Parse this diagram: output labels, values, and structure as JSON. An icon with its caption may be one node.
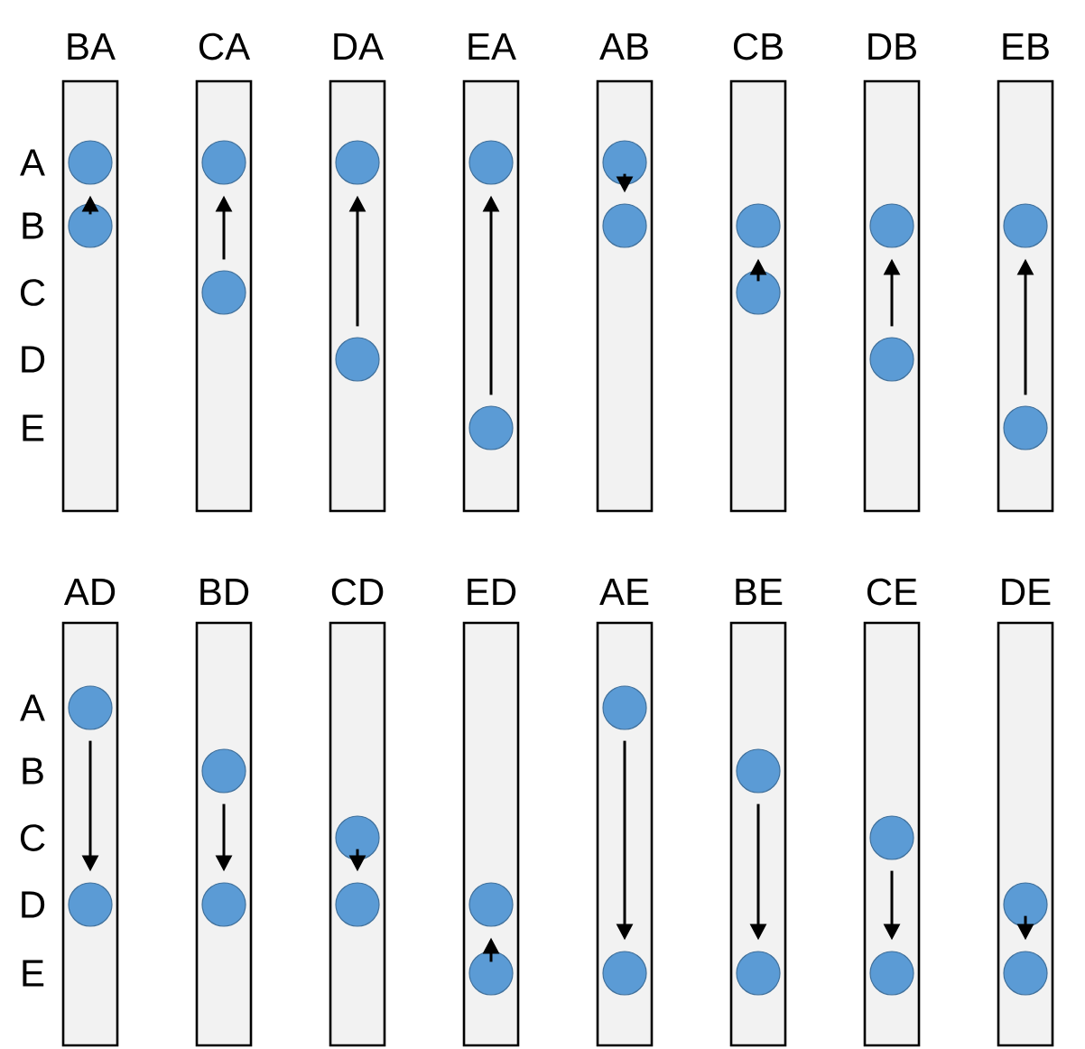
{
  "diagram": {
    "nodes": [
      {
        "text": [
          "BA"
        ]
      },
      {
        "text": [],
        "shape": "circle",
        "in": 0
      },
      {
        "text": [],
        "shape": "circle",
        "in": 0
      },
      {
        "text": [
          "CA"
        ]
      },
      {
        "text": [],
        "shape": "circle",
        "in": 3
      },
      {
        "text": [],
        "shape": "circle",
        "in": 3
      },
      {
        "text": [
          "DA"
        ]
      },
      {
        "text": [],
        "shape": "circle",
        "in": 6
      },
      {
        "text": [],
        "shape": "circle",
        "in": 6
      },
      {
        "text": [
          "EA"
        ]
      },
      {
        "text": [],
        "shape": "circle",
        "in": 9
      },
      {
        "text": [],
        "shape": "circle",
        "in": 9
      },
      {
        "text": [
          "AB"
        ]
      },
      {
        "text": [],
        "shape": "circle",
        "in": 12
      },
      {
        "text": [],
        "shape": "circle",
        "in": 12
      },
      {
        "text": [
          "CB"
        ]
      },
      {
        "text": [],
        "shape": "circle",
        "in": 15
      },
      {
        "text": [],
        "shape": "circle",
        "in": 15
      },
      {
        "text": [
          "DB"
        ]
      },
      {
        "text": [],
        "shape": "circle",
        "in": 18
      },
      {
        "text": [],
        "shape": "circle",
        "in": 18
      },
      {
        "text": [
          "EB"
        ]
      },
      {
        "text": [],
        "shape": "circle",
        "in": 21
      },
      {
        "text": [],
        "shape": "circle",
        "in": 21
      },
      {
        "text": [
          "AD"
        ]
      },
      {
        "text": [],
        "shape": "circle",
        "in": 24
      },
      {
        "text": [],
        "shape": "circle",
        "in": 24
      },
      {
        "text": [
          "BD"
        ]
      },
      {
        "text": [],
        "shape": "circle",
        "in": 27
      },
      {
        "text": [],
        "shape": "circle",
        "in": 27
      },
      {
        "text": [
          "CD"
        ]
      },
      {
        "text": [],
        "shape": "circle",
        "in": 30
      },
      {
        "text": [],
        "shape": "circle",
        "in": 30
      },
      {
        "text": [
          "ED"
        ]
      },
      {
        "text": [],
        "shape": "circle",
        "in": 33
      },
      {
        "text": [],
        "shape": "circle",
        "in": 33
      },
      {
        "text": [
          "AE"
        ]
      },
      {
        "text": [],
        "shape": "circle",
        "in": 36
      },
      {
        "text": [],
        "shape": "circle",
        "in": 36
      },
      {
        "text": [
          "BE"
        ]
      },
      {
        "text": [],
        "shape": "circle",
        "in": 39
      },
      {
        "text": [],
        "shape": "circle",
        "in": 39
      },
      {
        "text": [
          "CE"
        ]
      },
      {
        "text": [],
        "shape": "circle",
        "in": 42
      },
      {
        "text": [],
        "shape": "circle",
        "in": 42
      },
      {
        "text": [
          "DE"
        ]
      },
      {
        "text": [],
        "shape": "circle",
        "in": 45
      },
      {
        "text": [],
        "shape": "circle",
        "in": 45
      }
    ],
    "edges": [
      {
        "from": 2,
        "to": 1,
        "arrow": "to"
      },
      {
        "from": 5,
        "to": 4,
        "arrow": "to"
      },
      {
        "from": 8,
        "to": 7,
        "arrow": "to"
      },
      {
        "from": 11,
        "to": 10,
        "arrow": "to"
      },
      {
        "from": 13,
        "to": 14,
        "arrow": "to"
      },
      {
        "from": 17,
        "to": 16,
        "arrow": "to"
      },
      {
        "from": 20,
        "to": 19,
        "arrow": "to"
      },
      {
        "from": 23,
        "to": 22,
        "arrow": "to"
      },
      {
        "from": 25,
        "to": 26,
        "arrow": "to"
      },
      {
        "from": 28,
        "to": 29,
        "arrow": "to"
      },
      {
        "from": 31,
        "to": 32,
        "arrow": "to"
      },
      {
        "from": 35,
        "to": 34,
        "arrow": "to"
      },
      {
        "from": 37,
        "to": 38,
        "arrow": "to"
      },
      {
        "from": 40,
        "to": 41,
        "arrow": "to"
      },
      {
        "from": 43,
        "to": 44,
        "arrow": "to"
      },
      {
        "from": 46,
        "to": 47,
        "arrow": "to"
      }
    ],
    "labels": [
      "A",
      "B",
      "C",
      "D",
      "E",
      "A",
      "B",
      "C",
      "D",
      "E"
    ]
  }
}
